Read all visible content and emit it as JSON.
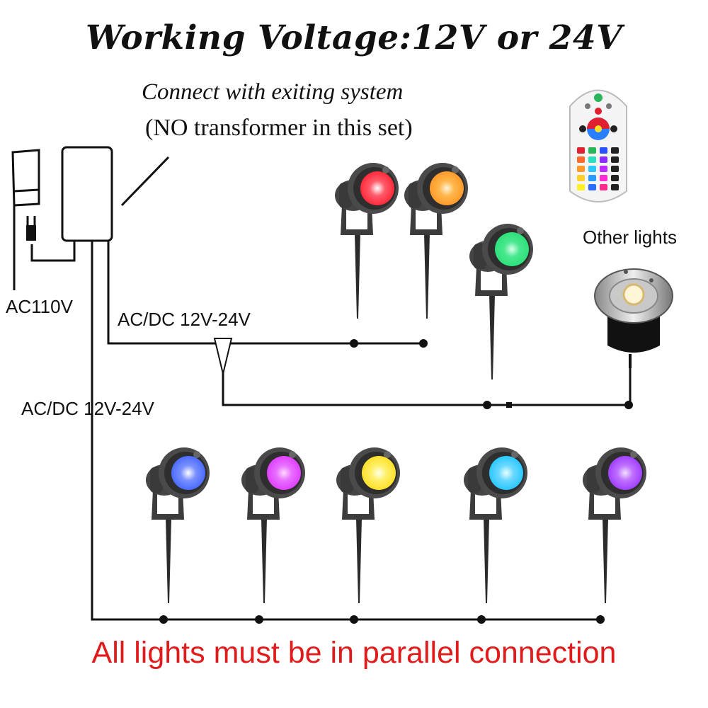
{
  "title": "Working Voltage:12V or 24V",
  "subtitle_line1": "Connect with exiting system",
  "subtitle_line2": "(NO transformer in this set)",
  "labels": {
    "ac_input": "AC110V",
    "branch_voltage_top": "AC/DC 12V-24V",
    "branch_voltage_main": "AC/DC 12V-24V",
    "other_lights": "Other lights"
  },
  "footer_note": "All lights must be in parallel connection",
  "colors": {
    "text": "#111111",
    "warning": "#e01b1b",
    "wire": "#111111",
    "fixture_body": "#3c3c3c"
  },
  "spotlights": [
    {
      "name": "spotlight-red",
      "color": "#ff2a3a"
    },
    {
      "name": "spotlight-orange",
      "color": "#ff9a2a"
    },
    {
      "name": "spotlight-green",
      "color": "#2ee07a"
    },
    {
      "name": "spotlight-blue",
      "color": "#4a6cff"
    },
    {
      "name": "spotlight-magenta",
      "color": "#e040ff"
    },
    {
      "name": "spotlight-yellow",
      "color": "#ffe02a"
    },
    {
      "name": "spotlight-cyan",
      "color": "#2ac8ff"
    },
    {
      "name": "spotlight-violet",
      "color": "#a040ff"
    }
  ],
  "icons": [
    "plug-icon",
    "transformer-icon",
    "remote-control-icon",
    "inground-light-icon",
    "spotlight-icon"
  ]
}
